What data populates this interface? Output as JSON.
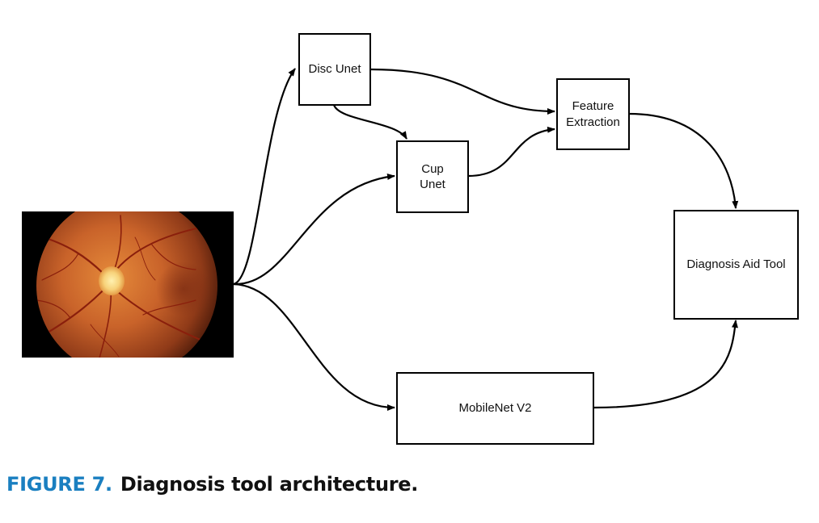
{
  "nodes": {
    "disc_unet": "Disc Unet",
    "cup_unet": [
      "Cup",
      "Unet"
    ],
    "feature_extraction": [
      "Feature",
      "Extraction"
    ],
    "diagnosis_aid_tool": "Diagnosis Aid Tool",
    "mobilenet": "MobileNet V2"
  },
  "input_image": "retinal-fundus-photograph",
  "caption": {
    "label": "FIGURE 7.",
    "text": "Diagnosis tool architecture."
  },
  "colors": {
    "caption_label": "#1a7fc0",
    "edge": "#000000"
  }
}
